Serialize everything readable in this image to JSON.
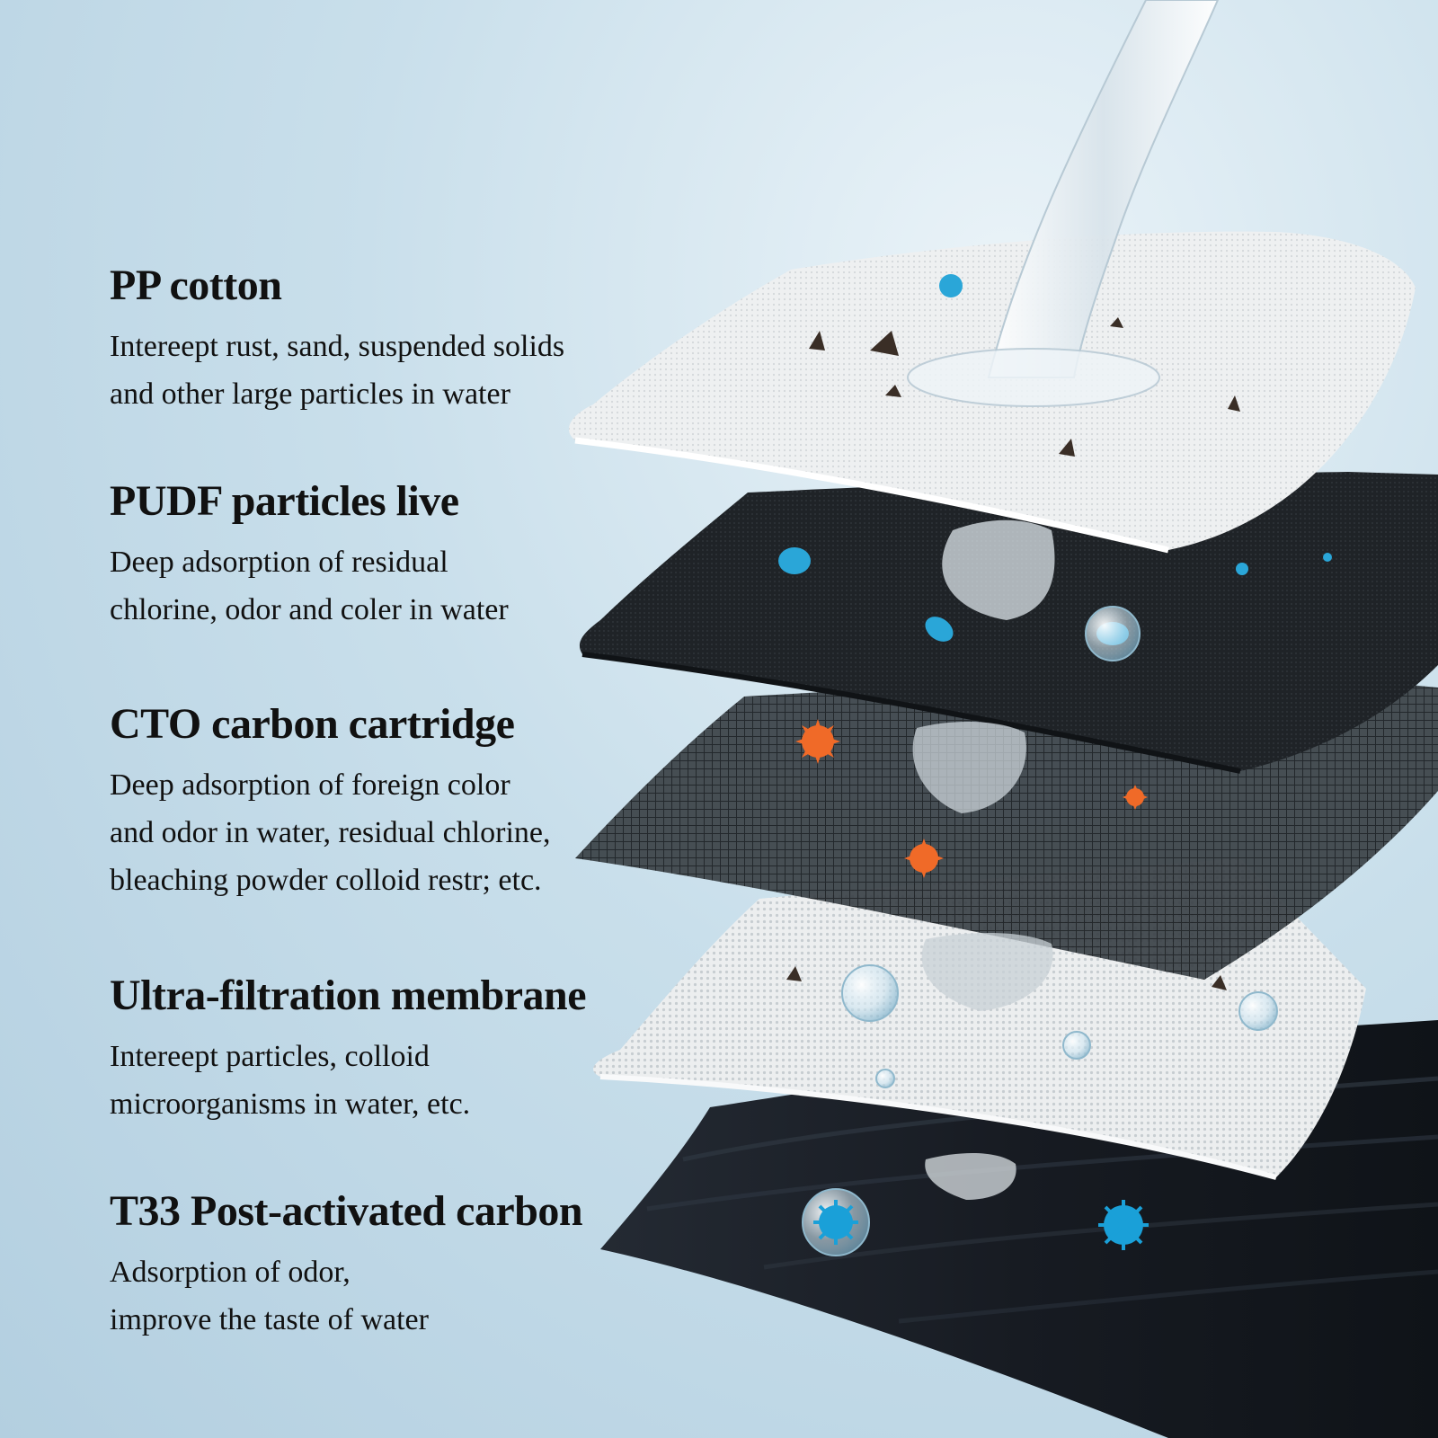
{
  "colors": {
    "background": "#c9dfeb",
    "text": "#111111",
    "pp_layer": "#eceeef",
    "pudf_layer": "#1e2226",
    "cto_layer": "#2c3236",
    "uf_layer": "#e8eaeb",
    "t33_layer": "#1a1f27",
    "particle_blue": "#2aa6d8",
    "particle_orange": "#f06a28",
    "particle_dark": "#3a2e26"
  },
  "layers": [
    {
      "title": "PP cotton",
      "description": [
        "Intereept rust, sand, suspended solids",
        "and other large particles in water"
      ]
    },
    {
      "title": "PUDF particles live",
      "description": [
        "Deep adsorption of residual",
        "chlorine, odor and coler in water"
      ]
    },
    {
      "title": "CTO carbon cartridge",
      "description": [
        "Deep adsorption of foreign color",
        "and odor in water, residual chlorine,",
        " bleaching powder colloid restr; etc."
      ]
    },
    {
      "title": "Ultra-filtration membrane",
      "description": [
        "Intereept particles, colloid",
        "microorganisms in water, etc."
      ]
    },
    {
      "title": "T33 Post-activated carbon",
      "description": [
        "Adsorption of odor,",
        "improve the taste of water"
      ]
    }
  ],
  "icons": {
    "water_stream": "water-stream-icon",
    "sediment": "sediment-particle-icon",
    "blue_particle": "blue-particle-icon",
    "bacteria": "bacteria-icon",
    "bubble": "water-bubble-icon",
    "virus": "virus-icon"
  }
}
